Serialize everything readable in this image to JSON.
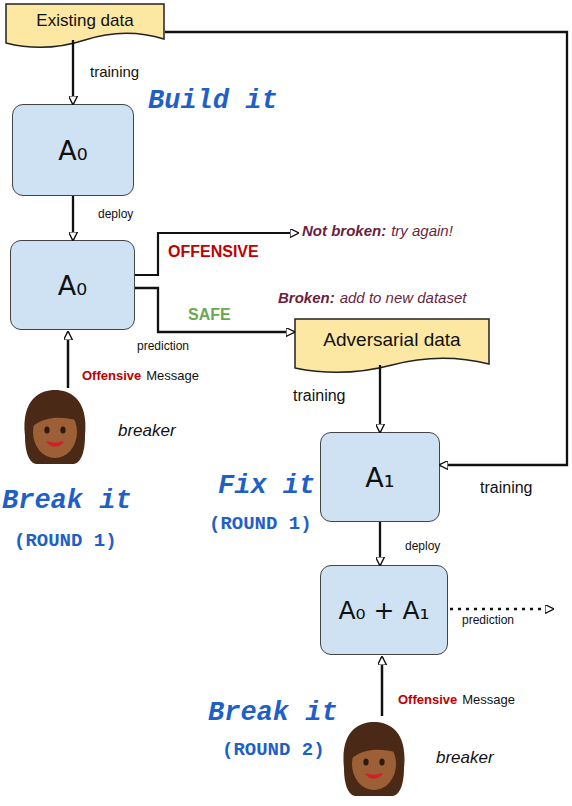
{
  "diagram": {
    "nodes": [
      {
        "text": [
          "Existing data"
        ]
      },
      {
        "text": [
          "A₀"
        ]
      },
      {
        "text": [
          "A₀"
        ]
      },
      {
        "text": [
          "Adversarial data"
        ]
      },
      {
        "text": [
          "A₁"
        ]
      },
      {
        "text": [
          "A₀ + A₁"
        ]
      }
    ],
    "edges": [
      {
        "from": 0,
        "to": 1,
        "label": "training",
        "arrow": "to"
      },
      {
        "from": 1,
        "to": 2,
        "label": "deploy",
        "arrow": "to"
      },
      {
        "from": 2,
        "to": 3,
        "label": "SAFE",
        "arrow": "to"
      },
      {
        "from": 3,
        "to": 4,
        "label": "training",
        "arrow": "to"
      },
      {
        "from": 0,
        "to": 4,
        "label": "training",
        "arrow": "to"
      },
      {
        "from": 4,
        "to": 5,
        "label": "deploy",
        "arrow": "to"
      }
    ],
    "labels": [
      "Build it",
      "OFFENSIVE",
      "Not broken:",
      "try again!",
      "Broken:",
      "add to new dataset",
      "prediction",
      "Offensive",
      "Message",
      "breaker",
      "Break it",
      "(ROUND 1)",
      "Fix it",
      "(ROUND 1)",
      "prediction",
      "Offensive",
      "Message",
      "Break it",
      "(ROUND 2)",
      "breaker"
    ]
  }
}
